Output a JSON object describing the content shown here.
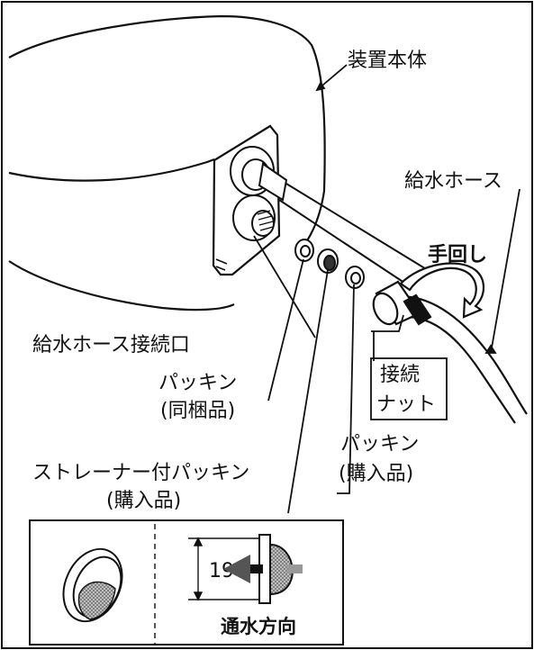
{
  "labels": {
    "main_unit": "装置本体",
    "supply_hose": "給水ホース",
    "hand_turn": "手回し",
    "connection_port": "給水ホース接続口",
    "packing_included_1": "パッキン",
    "packing_included_2": "(同梱品)",
    "connection_nut_1": "接続",
    "connection_nut_2": "ナット",
    "packing_purchased_1": "パッキン",
    "packing_purchased_2": "(購入品)",
    "strainer_packing_1": "ストレーナー付パッキン",
    "strainer_packing_2": "(購入品)",
    "dimension": "19",
    "flow_direction": "通水方向"
  },
  "colors": {
    "ink": "#111111",
    "gray_fill": "#a8a8a8",
    "light_gray": "#d9d9d9"
  },
  "icons": {
    "hand_turn_arrow": "curved-rotation-arrow-icon",
    "flow_arrow": "left-arrow-icon"
  }
}
